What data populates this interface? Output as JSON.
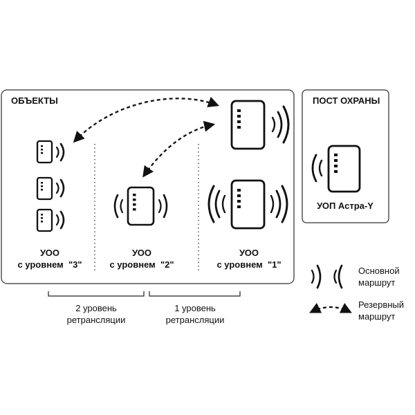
{
  "objects_panel": {
    "title": "ОБЪЕКТЫ"
  },
  "guard_panel": {
    "title": "ПОСТ ОХРАНЫ",
    "device_label": "УОП Астра-Y"
  },
  "device_groups": [
    {
      "line1": "УОО",
      "line2": "с уровнем  \"3\""
    },
    {
      "line1": "УОО",
      "line2": "с уровнем  \"2\""
    },
    {
      "line1": "УОО",
      "line2": "с уровнем  \"1\""
    }
  ],
  "relay_levels": [
    {
      "line1": "2 уровень",
      "line2": "ретрансляции"
    },
    {
      "line1": "1 уровень",
      "line2": "ретрансляции"
    }
  ],
  "legend": {
    "primary": {
      "line1": "Основной",
      "line2": "маршрут"
    },
    "backup": {
      "line1": "Резервный",
      "line2": "маршрут"
    }
  },
  "colors": {
    "stroke": "#111111",
    "panel_border": "#555555",
    "background": "#ffffff"
  }
}
